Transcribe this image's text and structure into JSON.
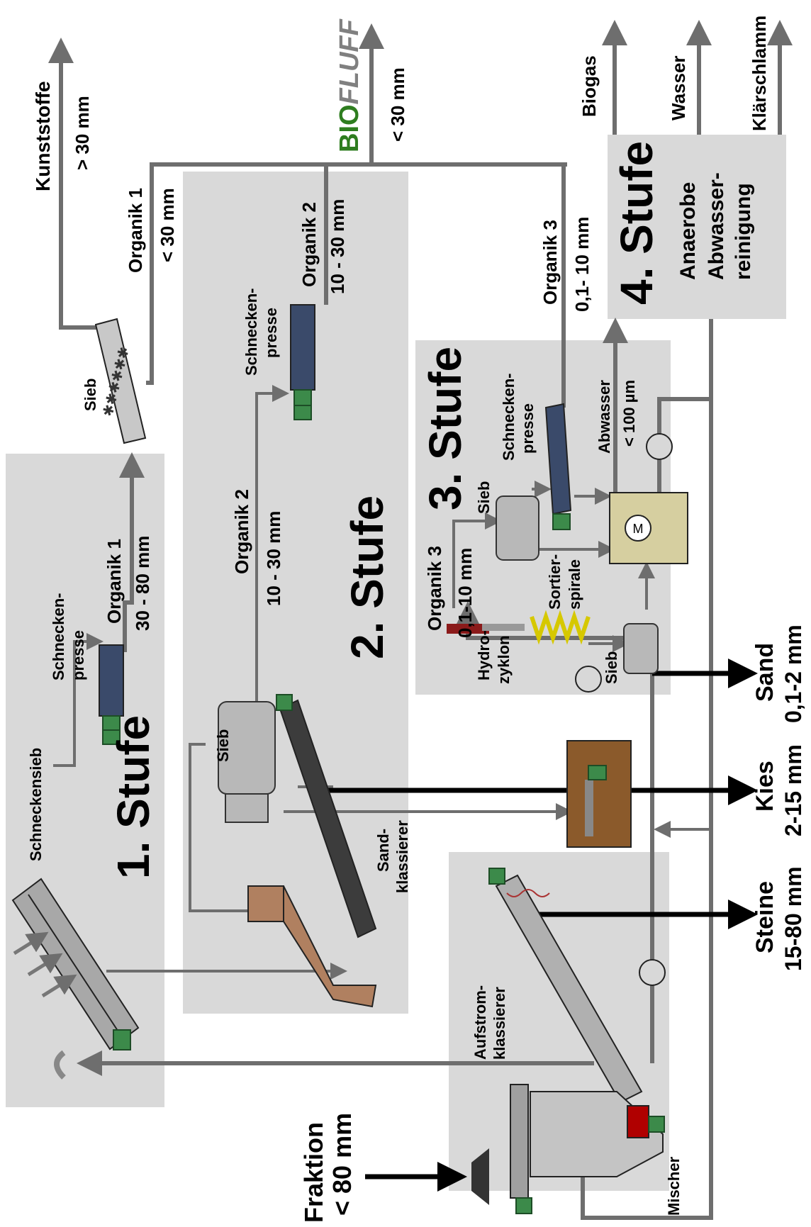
{
  "stages": {
    "s1": "1. Stufe",
    "s2": "2. Stufe",
    "s3": "3. Stufe",
    "s4": "4. Stufe",
    "s4_desc_line1": "Anaerobe",
    "s4_desc_line2": "Abwasser-",
    "s4_desc_line3": "reinigung"
  },
  "outputs": {
    "kunststoffe": "Kunststoffe",
    "kunststoffe_size": "> 30 mm",
    "biofluff_bio": "BIO",
    "biofluff_fluff": "FLUFF",
    "biofluff_size": "< 30 mm",
    "biogas": "Biogas",
    "wasser": "Wasser",
    "klaerschlamm": "Klärschlamm",
    "steine": "Steine",
    "steine_size": "15-80 mm",
    "kies": "Kies",
    "kies_size": "2-15 mm",
    "sand": "Sand",
    "sand_size": "0,1-2 mm"
  },
  "input": {
    "line1": "Fraktion",
    "line2": "< 80 mm"
  },
  "flows": {
    "organik1": "Organik 1",
    "organik1_size": "30 - 80 mm",
    "organik1_top": "Organik 1",
    "organik1_top_size": "< 30 mm",
    "organik2": "Organik 2",
    "organik2_size": "10 - 30 mm",
    "organik2_top": "Organik 2",
    "organik2_top_size": "10 - 30 mm",
    "organik3": "Organik 3",
    "organik3_size": "0,1-10 mm",
    "organik3_top": "Organik 3",
    "organik3_top_size": "0,1- 10 mm",
    "abwasser": "Abwasser",
    "abwasser_size": "< 100 µm"
  },
  "equipment": {
    "schneckensieb": "Schneckensieb",
    "schneckenpresse1_a": "Schnecken-",
    "schneckenpresse1_b": "presse",
    "sieb_top": "Sieb",
    "schneckenpresse2_a": "Schnecken-",
    "schneckenpresse2_b": "presse",
    "sieb2": "Sieb",
    "sandklassierer_a": "Sand-",
    "sandklassierer_b": "klassierer",
    "aufstromklassierer_a": "Aufstrom-",
    "aufstromklassierer_b": "klassierer",
    "mischer": "Mischer",
    "sieb3": "Sieb",
    "schneckenpresse3_a": "Schnecken-",
    "schneckenpresse3_b": "presse",
    "hydrozyklon_a": "Hydro-",
    "hydrozyklon_b": "zyklon",
    "sortierspirale_a": "Sortier-",
    "sortierspirale_b": "spirale",
    "sieb4": "Sieb"
  },
  "colors": {
    "stage_bg": "#d9d9d9",
    "flow_gray": "#6e6e6e",
    "bio_green": "#2e7d1f",
    "fluff_gray": "#808080",
    "tank_brown": "#8b5a2b",
    "tank_olive": "#d6cfa0",
    "motor_green": "#3c8a4a",
    "spiral_yellow": "#f2e600"
  }
}
